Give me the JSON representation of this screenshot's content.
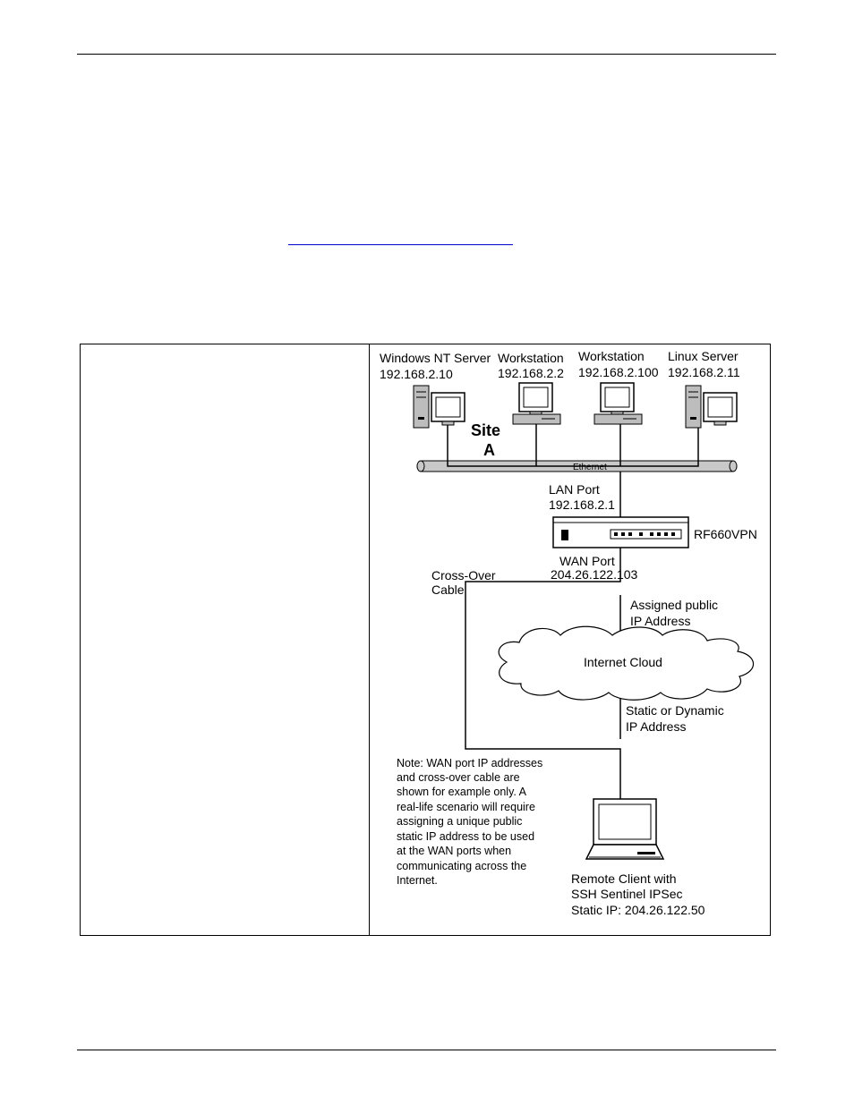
{
  "diagram": {
    "nodes": {
      "nt_server": {
        "name": "Windows NT Server",
        "ip": "192.168.2.10"
      },
      "ws1": {
        "name": "Workstation",
        "ip": "192.168.2.2"
      },
      "ws2": {
        "name": "Workstation",
        "ip": "192.168.2.100"
      },
      "linux": {
        "name": "Linux Server",
        "ip": "192.168.2.11"
      },
      "site": {
        "line1": "Site",
        "line2": "A"
      },
      "ethernet": "Ethernet",
      "lan_port": {
        "line1": "LAN Port",
        "line2": "192.168.2.1"
      },
      "router": "RF660VPN",
      "wan_port": {
        "line1": "WAN Port",
        "line2": "204.26.122.103"
      },
      "crossover": {
        "line1": "Cross-Over",
        "line2": "Cable"
      },
      "assigned": {
        "line1": "Assigned public",
        "line2": "IP Address"
      },
      "cloud": "Internet Cloud",
      "dynamic": {
        "line1": "Static or Dynamic",
        "line2": "IP Address"
      },
      "note": [
        "Note: WAN port IP addresses",
        "and cross-over cable are",
        "shown for example only.  A",
        "real-life scenario will require",
        "assigning a unique public",
        "static IP address to be used",
        "at the WAN ports when",
        "communicating across the",
        "Internet."
      ],
      "client": {
        "line1": "Remote Client with",
        "line2": "SSH Sentinel IPSec",
        "line3": "Static IP: 204.26.122.50"
      }
    },
    "edges": [
      {
        "from": "nt_server",
        "to": "ethernet"
      },
      {
        "from": "ws1",
        "to": "ethernet"
      },
      {
        "from": "ws2",
        "to": "ethernet"
      },
      {
        "from": "linux",
        "to": "ethernet"
      },
      {
        "from": "ethernet",
        "to": "router",
        "label": "LAN Port"
      },
      {
        "from": "router",
        "to": "client",
        "label": "Cross-Over Cable"
      },
      {
        "from": "router",
        "to": "cloud",
        "label": "Assigned public IP Address"
      },
      {
        "from": "cloud",
        "to": "client",
        "label": "Static or Dynamic IP Address"
      }
    ]
  }
}
